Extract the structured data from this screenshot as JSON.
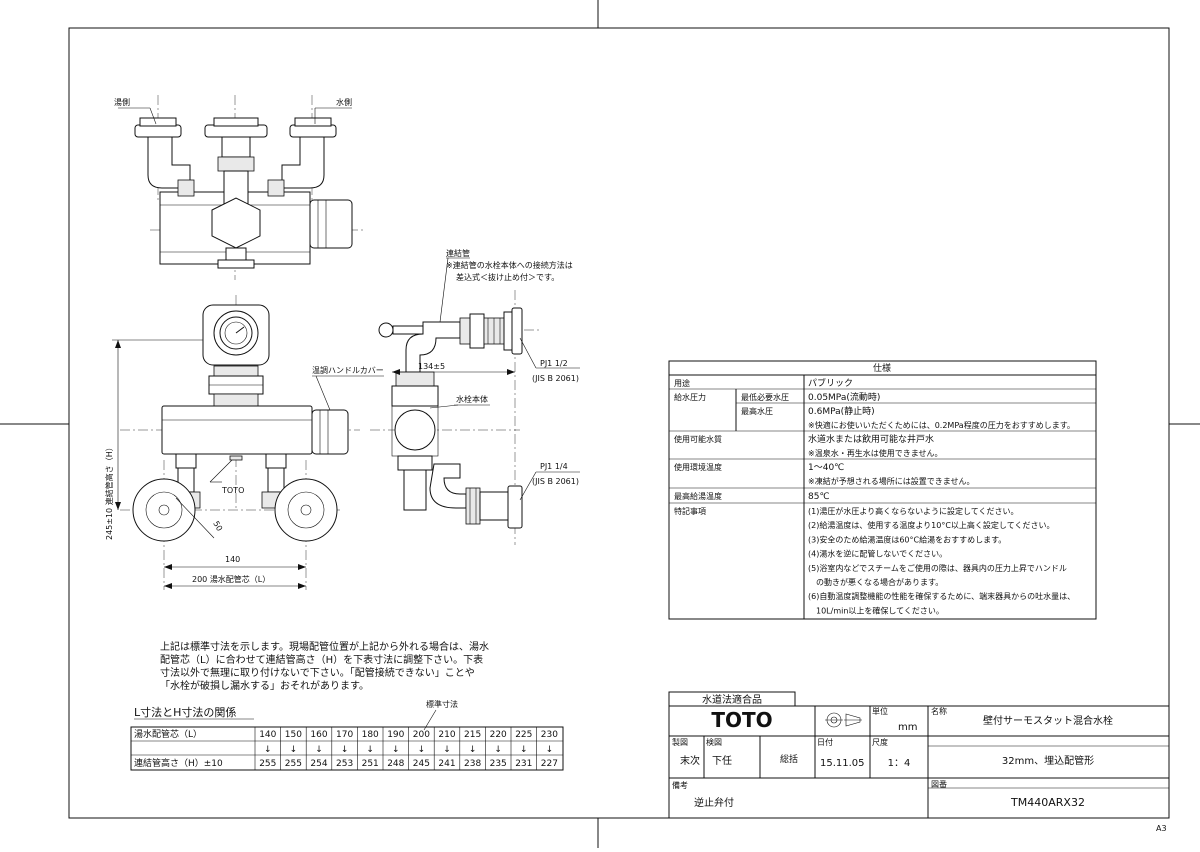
{
  "drawing": {
    "labels": {
      "hot_side": "湯側",
      "cold_side": "水側",
      "connecting_pipe": "連結管",
      "connecting_note_1": "※連結管の水栓本体への接続方法は",
      "connecting_note_2": "差込式＜抜け止め付＞です。",
      "temp_handle_cover": "温調ハンドルカバー",
      "body": "水栓本体",
      "toto_mark": "TOTO",
      "pj1_half": "PJ1 1/2",
      "jis_1": "(JIS B 2061)",
      "pj1_quarter": "PJ1 1/4",
      "jis_2": "(JIS B 2061)",
      "dim_height": "245±10 連結管高さ（H）",
      "dim_140": "140",
      "dim_200": "200 湯水配管芯（L）",
      "dim_50": "50",
      "dim_134": "134±5"
    }
  },
  "spec": {
    "title": "仕様",
    "rows": [
      {
        "label": "用途",
        "sub": "",
        "values": [
          "パブリック"
        ]
      },
      {
        "label": "給水圧力",
        "sub": "最低必要水圧",
        "values": [
          "0.05MPa(流動時)"
        ]
      },
      {
        "label": "",
        "sub": "最高水圧",
        "values": [
          "0.6MPa(静止時)",
          "※快適にお使いいただくためには、0.2MPa程度の圧力をおすすめします。"
        ]
      },
      {
        "label": "使用可能水質",
        "sub": "",
        "values": [
          "水道水または飲用可能な井戸水",
          "※温泉水・再生水は使用できません。"
        ]
      },
      {
        "label": "使用環境温度",
        "sub": "",
        "values": [
          "1～40℃",
          "※凍結が予想される場所には設置できません。"
        ]
      },
      {
        "label": "最高給湯温度",
        "sub": "",
        "values": [
          "85℃"
        ]
      },
      {
        "label": "特記事項",
        "sub": "",
        "values": [
          "(1)湯圧が水圧より高くならないように設定してください。",
          "(2)給湯温度は、使用する温度より10°C以上高く設定してください。",
          "(3)安全のため給湯温度は60°C給湯をおすすめします。",
          "(4)湯水を逆に配管しないでください。",
          "(5)浴室内などでスチームをご使用の際は、器具内の圧力上昇でハンドル",
          "　の動きが悪くなる場合があります。",
          "(6)自動温度調整機能の性能を確保するために、端末器具からの吐水量は、",
          "　10L/min以上を確保してください。"
        ]
      }
    ]
  },
  "note": {
    "lines": [
      "上記は標準寸法を示します。現場配管位置が上記から外れる場合は、湯水",
      "配管芯（L）に合わせて連結管高さ（H）を下表寸法に調整下さい。下表",
      "寸法以外で無理に取り付けないで下さい。「配管接続できない」ことや",
      "「水栓が破損し漏水する」おそれがあります。"
    ]
  },
  "lh_table": {
    "title": "L寸法とH寸法の関係",
    "standard_label": "標準寸法",
    "row1_label": "湯水配管芯（L）",
    "row2_label": "連結管高さ（H）±10",
    "arrow": "↓",
    "L": [
      "140",
      "150",
      "160",
      "170",
      "180",
      "190",
      "200",
      "210",
      "215",
      "220",
      "225",
      "230"
    ],
    "H": [
      "255",
      "255",
      "254",
      "253",
      "251",
      "248",
      "245",
      "241",
      "238",
      "235",
      "231",
      "227"
    ]
  },
  "title_block": {
    "approval": "水道法適合品",
    "logo": "TOTO",
    "unit_label": "単位",
    "unit_value": "mm",
    "name_label": "名称",
    "name_value": "壁付サーモスタット混合水栓",
    "made_label": "製図",
    "made_value": "末次",
    "check_label": "検図",
    "check_value": "下任",
    "approve_value": "総括",
    "date_label": "日付",
    "date_value": "15.11.05",
    "scale_label": "尺度",
    "scale_value": "1：4",
    "spec_value": "32mm、埋込配管形",
    "remarks_label": "備考",
    "remarks_value": "逆止弁付",
    "drawing_no_label": "図番",
    "drawing_no_value": "TM440ARX32"
  },
  "sheet_size": "A3"
}
